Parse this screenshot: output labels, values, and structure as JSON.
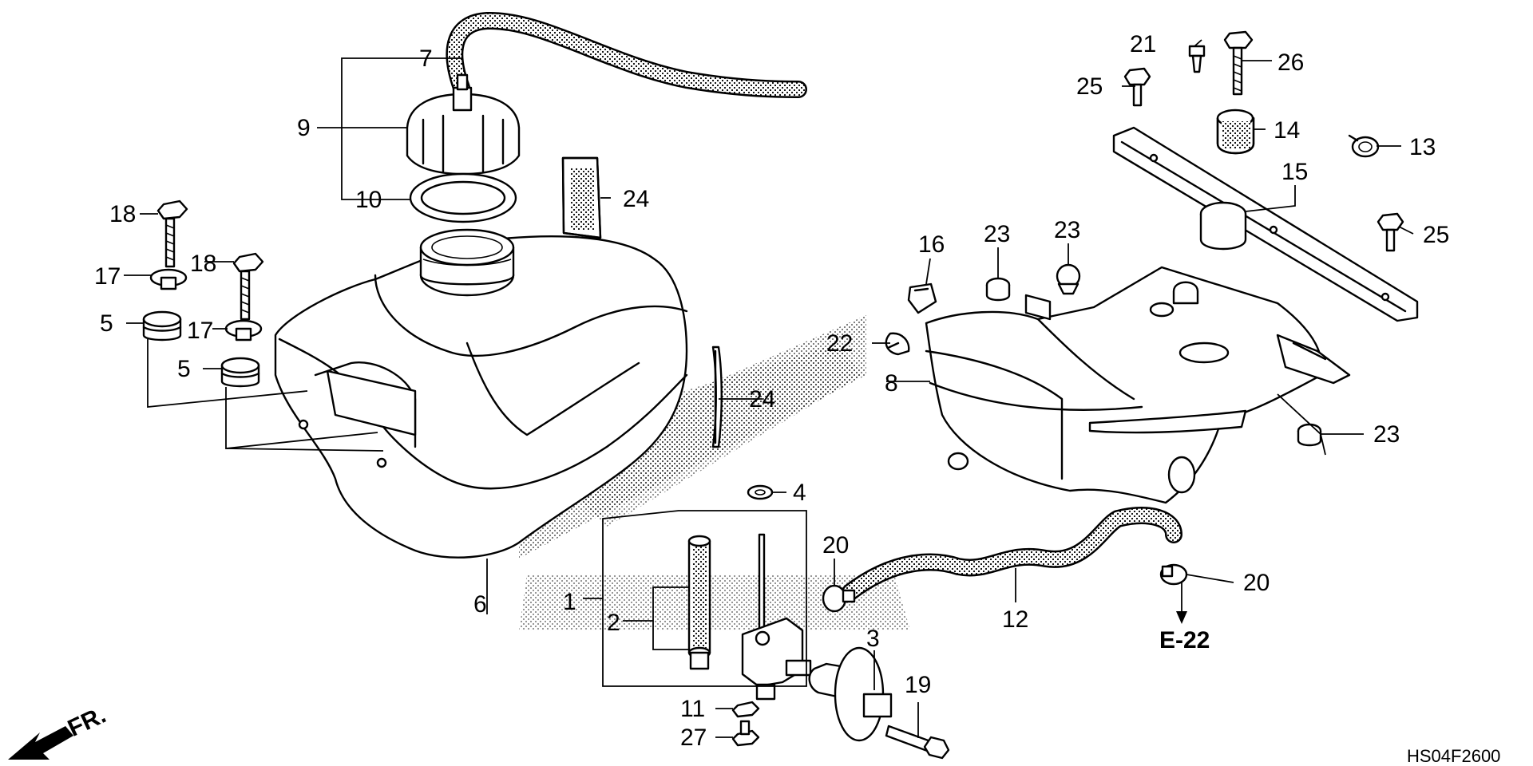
{
  "diagram": {
    "drawing_code": "HS04F2600",
    "reference": "E-22",
    "direction": "FR.",
    "callouts": [
      "1",
      "2",
      "3",
      "4",
      "5",
      "5",
      "6",
      "7",
      "8",
      "9",
      "10",
      "11",
      "12",
      "13",
      "14",
      "15",
      "16",
      "17",
      "17",
      "18",
      "18",
      "19",
      "20",
      "20",
      "21",
      "22",
      "23",
      "23",
      "23",
      "24",
      "24",
      "25",
      "25",
      "26",
      "27"
    ]
  }
}
